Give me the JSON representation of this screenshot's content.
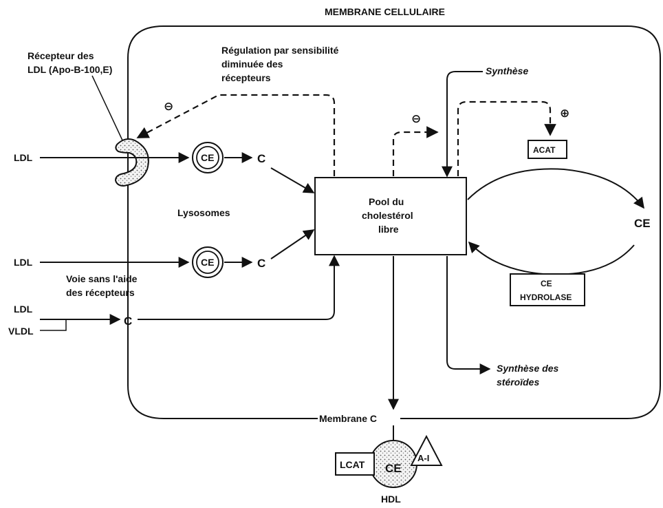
{
  "labels": {
    "membrane_title": "MEMBRANE CELLULAIRE",
    "recepteur_line1": "Récepteur des",
    "recepteur_line2": "LDL (Apo-B-100,E)",
    "regulation_line1": "Régulation par sensibilité",
    "regulation_line2": "diminuée des",
    "regulation_line3": "récepteurs",
    "minus_sign": "⊖",
    "plus_sign": "⊕",
    "synthese": "Synthèse",
    "acat": "ACAT",
    "ldl_1": "LDL",
    "ldl_2": "LDL",
    "ldl_3": "LDL",
    "vldl": "VLDL",
    "ce_lyso_1": "CE",
    "ce_lyso_2": "CE",
    "c_1": "C",
    "c_2": "C",
    "c_3": "C",
    "lysosomes": "Lysosomes",
    "pool_line1": "Pool du",
    "pool_line2": "cholestérol",
    "pool_line3": "libre",
    "ce_right": "CE",
    "ce_hydrolase_line1": "CE",
    "ce_hydrolase_line2": "HYDROLASE",
    "voie_line1": "Voie sans l'aide",
    "voie_line2": "des récepteurs",
    "synthese_steroides_line1": "Synthèse des",
    "synthese_steroides_line2": "stéroïdes",
    "membrane_c": "Membrane C",
    "lcat": "LCAT",
    "ce_hdl": "CE",
    "a1": "A-I",
    "hdl": "HDL"
  }
}
